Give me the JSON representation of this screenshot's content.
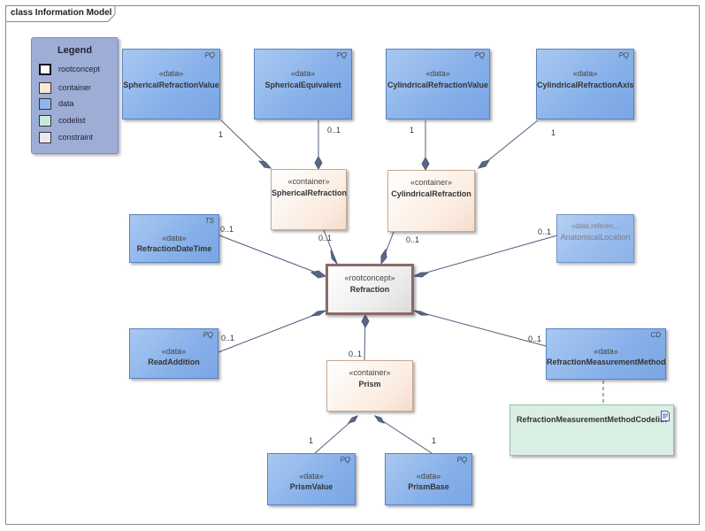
{
  "frame": {
    "title": "class Information Model"
  },
  "legend": {
    "title": "Legend",
    "items": [
      {
        "label": "rootconcept",
        "color": "#ffffff"
      },
      {
        "label": "container",
        "color": "#fbe6d6"
      },
      {
        "label": "data",
        "color": "#8db6ea"
      },
      {
        "label": "codelist",
        "color": "#c8ead8"
      },
      {
        "label": "constraint",
        "color": "#e8e8f4"
      }
    ]
  },
  "classes": {
    "spherical_refraction_value": {
      "stereotype": "«data»",
      "name": "SphericalRefractionValue",
      "type": "PQ"
    },
    "spherical_equivalent": {
      "stereotype": "«data»",
      "name": "SphericalEquivalent",
      "type": "PQ"
    },
    "cylindrical_refraction_value": {
      "stereotype": "«data»",
      "name": "CylindricalRefractionValue",
      "type": "PQ"
    },
    "cylindrical_refraction_axis": {
      "stereotype": "«data»",
      "name": "CylindricalRefractionAxis",
      "type": "PQ"
    },
    "spherical_refraction": {
      "stereotype": "«container»",
      "name": "SphericalRefraction"
    },
    "cylindrical_refraction": {
      "stereotype": "«container»",
      "name": "CylindricalRefraction"
    },
    "refraction_date_time": {
      "stereotype": "«data»",
      "name": "RefractionDateTime",
      "type": "TS"
    },
    "anatomical_location": {
      "stereotype": "«data,referen...",
      "name": "AnatomicalLocation"
    },
    "refraction": {
      "stereotype": "«rootconcept»",
      "name": "Refraction"
    },
    "read_addition": {
      "stereotype": "«data»",
      "name": "ReadAddition",
      "type": "PQ"
    },
    "prism": {
      "stereotype": "«container»",
      "name": "Prism"
    },
    "refraction_measurement_method": {
      "stereotype": "«data»",
      "name": "RefractionMeasurementMethod",
      "type": "CD"
    },
    "refraction_measurement_method_codelist": {
      "name": "RefractionMeasurementMethodCodelist"
    },
    "prism_value": {
      "stereotype": "«data»",
      "name": "PrismValue",
      "type": "PQ"
    },
    "prism_base": {
      "stereotype": "«data»",
      "name": "PrismBase",
      "type": "PQ"
    }
  },
  "multiplicities": {
    "m_srv": "1",
    "m_se": "0..1",
    "m_crv": "1",
    "m_cra": "1",
    "m_sr": "0..1",
    "m_cr": "0..1",
    "m_rdt": "0..1",
    "m_al": "0..1",
    "m_ra": "0..1",
    "m_prism": "0..1",
    "m_rmm": "0..1",
    "m_pv": "1",
    "m_pb": "1"
  }
}
